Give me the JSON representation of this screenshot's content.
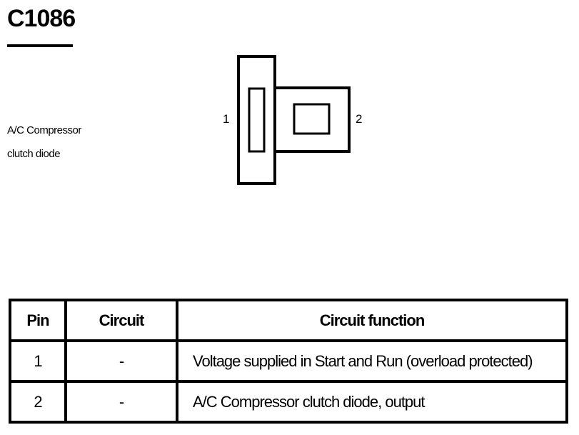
{
  "connector": {
    "id": "C1086",
    "component_lines": [
      "A/C Compressor",
      "clutch diode"
    ],
    "pin_labels": [
      "1",
      "2"
    ]
  },
  "table": {
    "headers": [
      "Pin",
      "Circuit",
      "Circuit function"
    ],
    "rows": [
      {
        "pin": "1",
        "circuit": "-",
        "function": "Voltage supplied in Start and Run (overload protected)"
      },
      {
        "pin": "2",
        "circuit": "-",
        "function": "A/C Compressor clutch diode, output"
      }
    ]
  }
}
